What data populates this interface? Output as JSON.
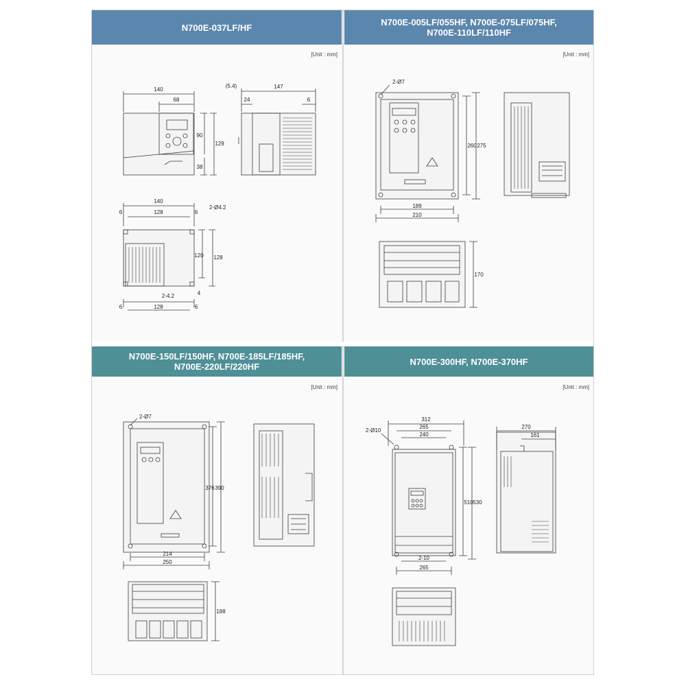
{
  "colors": {
    "header_blue": "#5b86ad",
    "header_teal": "#4f8f96",
    "line": "#3a3a3a",
    "fill": "#f4f4f4"
  },
  "panels": [
    {
      "title_lines": [
        "N700E-037LF/HF"
      ],
      "unit": "[Unit : mm]",
      "dims": {
        "front_w": "140",
        "front_inner": "68",
        "front_h1": "90",
        "front_h2": "129",
        "front_h3": "38",
        "side_a": "(5.4)",
        "side_w": "147",
        "side_24": "24",
        "side_6": "6",
        "bot_w": "140",
        "bot_inner": "128",
        "bot_6a": "6",
        "bot_6b": "6",
        "hole": "2-Ø4.2",
        "bot_h1": "120",
        "bot_h2": "128",
        "bot_slot": "2-4.2",
        "bot_4": "4",
        "bot_base": "128",
        "bot_6c": "6",
        "bot_6d": "6"
      }
    },
    {
      "title_lines": [
        "N700E-005LF/055HF, N700E-075LF/075HF,",
        "N700E-110LF/110HF"
      ],
      "unit": "[Unit : mm]",
      "dims": {
        "hole": "2-Ø7",
        "h1": "260",
        "h2": "275",
        "w1": "189",
        "w2": "210",
        "depth": "170"
      }
    },
    {
      "title_lines": [
        "N700E-150LF/150HF, N700E-185LF/185HF,",
        "N700E-220LF/220HF"
      ],
      "unit": "[Unit : mm]",
      "dims": {
        "hole": "2-Ø7",
        "h1": "376",
        "h2": "390",
        "w1": "214",
        "w2": "250",
        "depth": "188"
      }
    },
    {
      "title_lines": [
        "N700E-300HF, N700E-370HF"
      ],
      "unit": "[Unit : mm]",
      "dims": {
        "hole": "2-Ø10",
        "w_total": "312",
        "w_mid": "265",
        "w_in": "240",
        "h1": "510",
        "h2": "530",
        "slot": "2-10",
        "base": "265",
        "depth": "270",
        "depth_in": "161"
      }
    }
  ]
}
